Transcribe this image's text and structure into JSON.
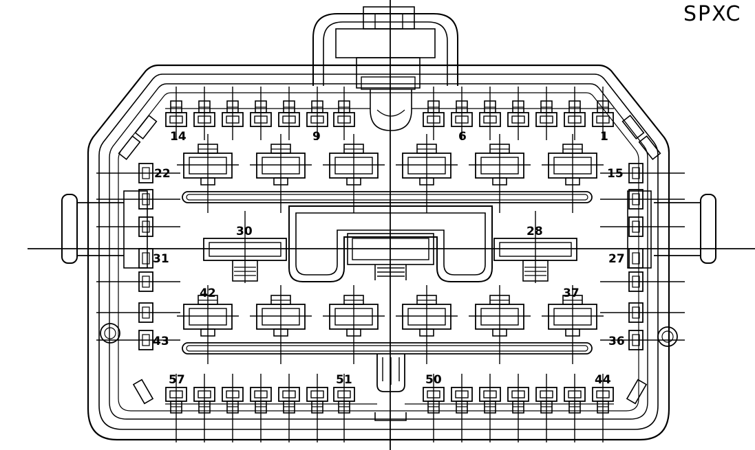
{
  "corner_text": "SPXC",
  "pin_labels": [
    "14",
    "9",
    "6",
    "1",
    "22",
    "15",
    "30",
    "28",
    "31",
    "27",
    "42",
    "37",
    "43",
    "36",
    "57",
    "51",
    "50",
    "44"
  ]
}
